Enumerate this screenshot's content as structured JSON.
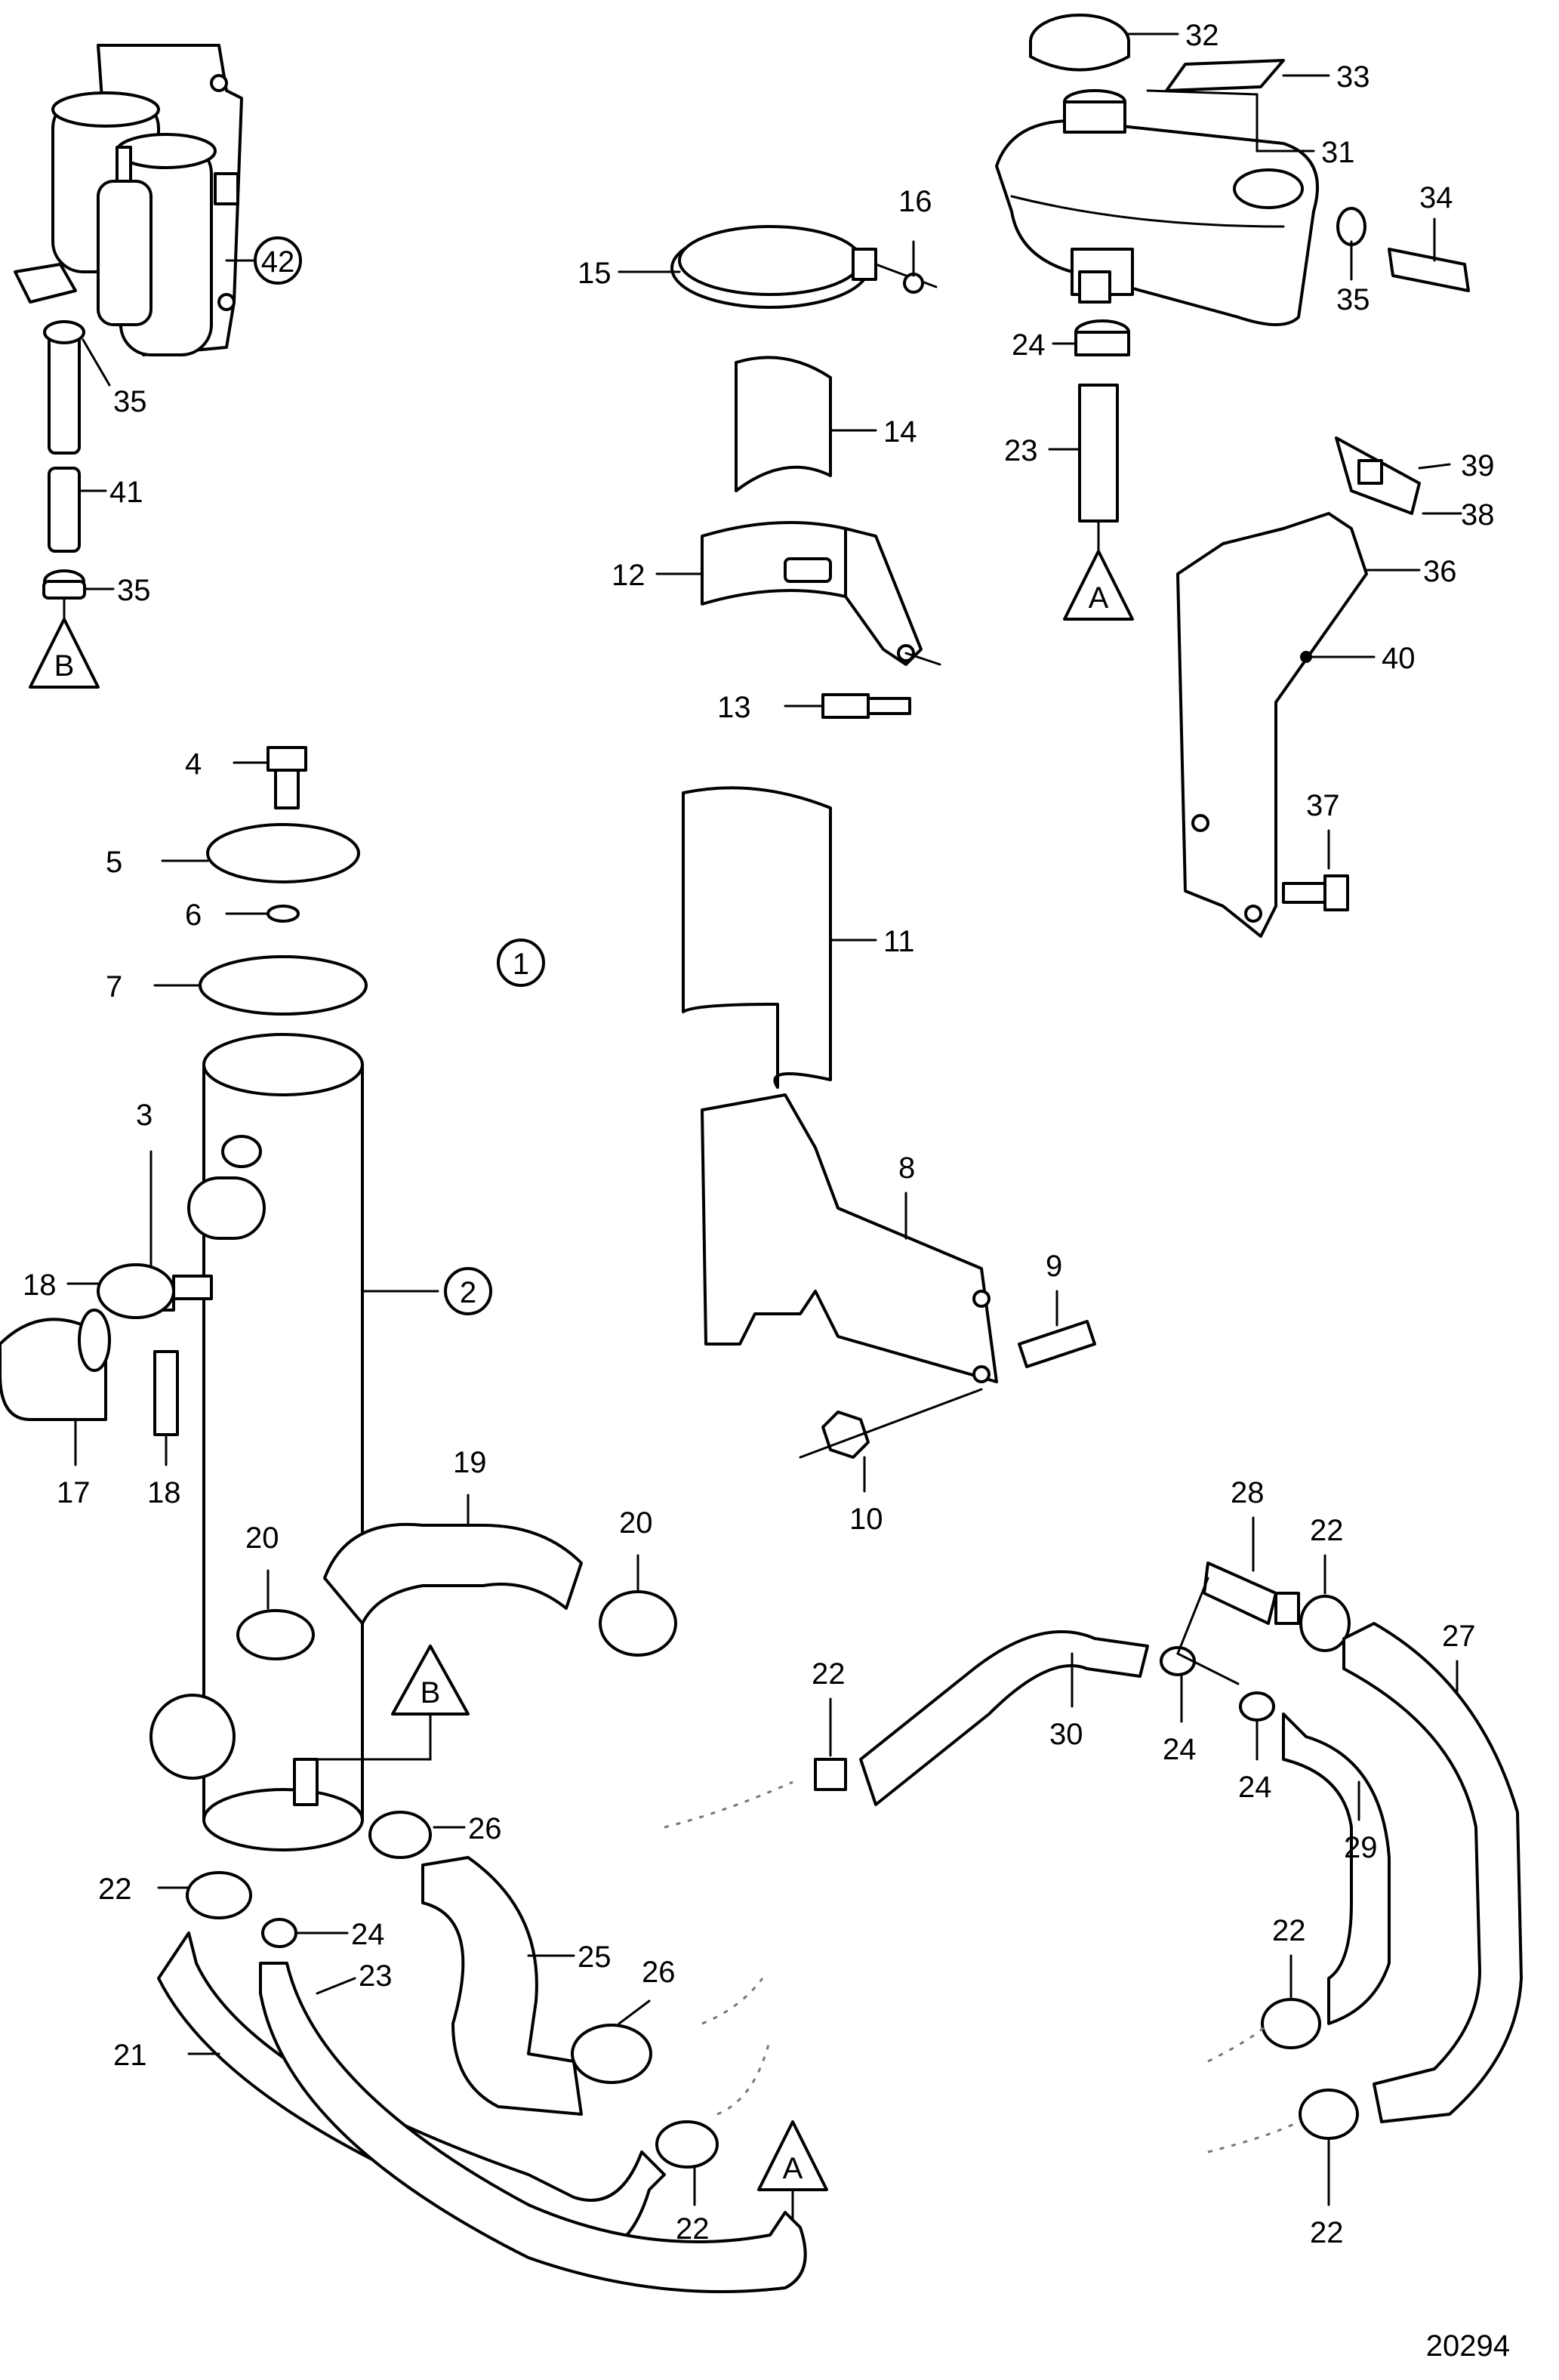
{
  "diagram": {
    "reference_number": "20294",
    "connection_markers": [
      "A",
      "B"
    ],
    "callouts": [
      "1",
      "2",
      "3",
      "4",
      "5",
      "6",
      "7",
      "8",
      "9",
      "10",
      "11",
      "12",
      "13",
      "14",
      "15",
      "16",
      "17",
      "18",
      "19",
      "20",
      "21",
      "22",
      "23",
      "24",
      "25",
      "26",
      "27",
      "28",
      "29",
      "30",
      "31",
      "32",
      "33",
      "34",
      "35",
      "36",
      "37",
      "38",
      "39",
      "40",
      "41",
      "42"
    ]
  }
}
